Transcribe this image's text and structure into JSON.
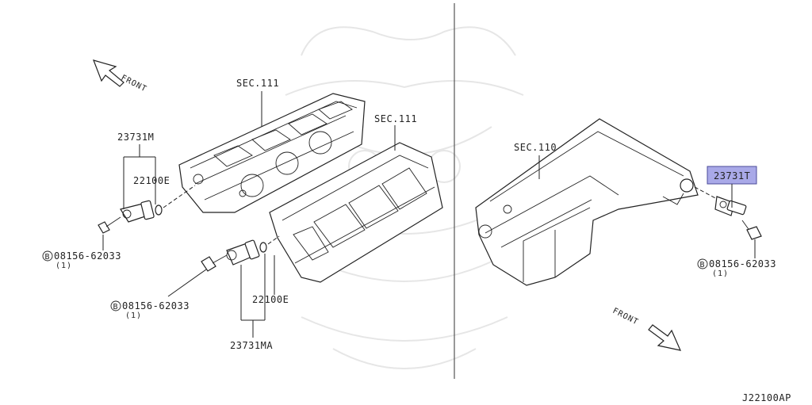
{
  "diagram": {
    "front_label_left": "FRONT",
    "front_label_right": "FRONT",
    "sec_111_upper": "SEC.111",
    "sec_111_right": "SEC.111",
    "sec_110": "SEC.110",
    "part_23731M": "23731M",
    "part_22100E_upper": "22100E",
    "bolt_left_upper": "08156-62033",
    "bolt_left_upper_qty": "(1)",
    "bolt_left_lower": "08156-62033",
    "bolt_left_lower_qty": "(1)",
    "part_22100E_lower": "22100E",
    "part_23731MA": "23731MA",
    "part_23731T": "23731T",
    "bolt_right": "08156-62033",
    "bolt_right_qty": "(1)",
    "bolt_marker": "B",
    "diagram_code": "J22100AP",
    "highlight_color": "#a9a9e8"
  }
}
